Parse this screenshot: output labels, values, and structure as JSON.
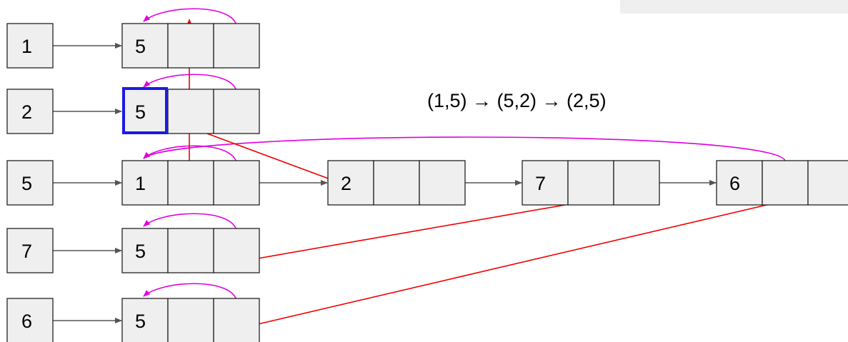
{
  "diagram": {
    "vertices": [
      {
        "id": "1",
        "adjacency": [
          "5"
        ]
      },
      {
        "id": "2",
        "adjacency": [
          "5"
        ]
      },
      {
        "id": "5",
        "adjacency": [
          "1",
          "2",
          "7",
          "6"
        ]
      },
      {
        "id": "7",
        "adjacency": [
          "5"
        ]
      },
      {
        "id": "6",
        "adjacency": [
          "5"
        ]
      }
    ],
    "highlighted": {
      "vertex": "2",
      "node_index": 0
    },
    "path_text": "(1,5) → (5,2) → (2,5)"
  },
  "colors": {
    "cell_fill": "#efefef",
    "cell_border": "#222222",
    "highlight": "#1a1ae6",
    "twin_link": "#ee0000",
    "back_link": "#e000e0",
    "next_link": "#555555"
  }
}
